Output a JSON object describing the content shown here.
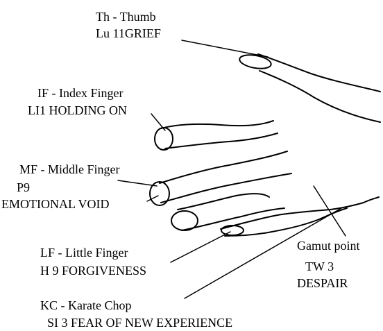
{
  "labels": {
    "thumb_title": "Th - Thumb",
    "thumb_point": "Lu 11GRIEF",
    "index_title": "IF - Index Finger",
    "index_point": "LI1 HOLDING ON",
    "middle_title": "MF - Middle Finger",
    "middle_code": "P9",
    "middle_point": "EMOTIONAL VOID",
    "little_title": "LF - Little Finger",
    "little_point": "H 9 FORGIVENESS",
    "gamut_title": "Gamut point",
    "gamut_code": "TW 3",
    "gamut_point": "DESPAIR",
    "karate_title": "KC - Karate Chop",
    "karate_point": "SI 3   FEAR OF NEW EXPERIENCE"
  },
  "colors": {
    "ink": "#000000",
    "background": "#ffffff"
  }
}
